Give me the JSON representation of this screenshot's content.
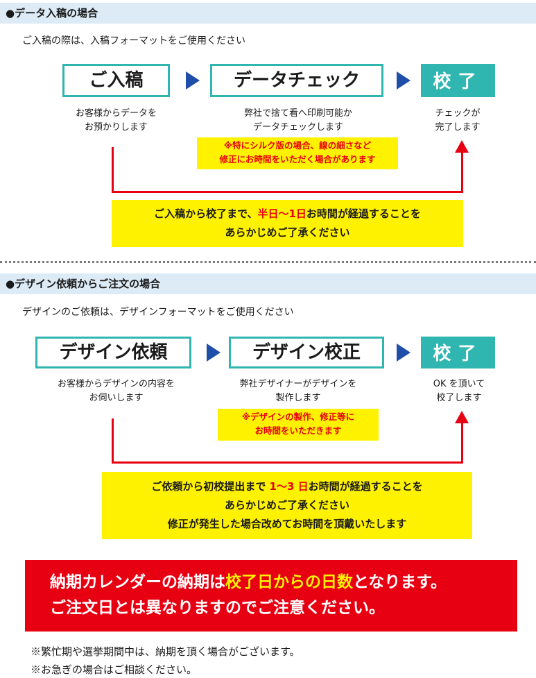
{
  "section1": {
    "header": "●データ入稿の場合",
    "intro": "ご入稿の際は、入稿フォーマットをご使用ください",
    "steps": [
      {
        "label": "ご入稿",
        "desc1": "お客様からデータを",
        "desc2": "お預かりします"
      },
      {
        "label": "データチェック",
        "desc1": "弊社で捨て看へ印刷可能か",
        "desc2": "データチェックします"
      },
      {
        "label": "校了",
        "desc1": "チェックが",
        "desc2": "完了します"
      }
    ],
    "note": {
      "line1": "※特にシルク版の場合、線の細さなど",
      "line2": "修正にお時間をいただく場合があります"
    },
    "info": {
      "line1_pre": "ご入稿から校了まで、",
      "line1_hl": "半日〜1日",
      "line1_post": "お時間が経過することを",
      "line2": "あらかじめご了承ください"
    }
  },
  "section2": {
    "header": "●デザイン依頼からご注文の場合",
    "intro": "デザインのご依頼は、デザインフォーマットをご使用ください",
    "steps": [
      {
        "label": "デザイン依頼",
        "desc1": "お客様からデザインの内容を",
        "desc2": "お伺いします"
      },
      {
        "label": "デザイン校正",
        "desc1": "弊社デザイナーがデザインを",
        "desc2": "製作します"
      },
      {
        "label": "校了",
        "desc1": "OK を頂いて",
        "desc2": "校了します"
      }
    ],
    "note": {
      "line1": "※デザインの製作、修正等に",
      "line2": "お時間をいただきます"
    },
    "info": {
      "line1_pre": "ご依頼から初校提出まで ",
      "line1_hl": "1〜3 日",
      "line1_post": "お時間が経過することを",
      "line2": "あらかじめご了承ください",
      "line3": "修正が発生した場合改めてお時間を頂戴いたします"
    }
  },
  "banner": {
    "line1_pre": "納期カレンダーの納期は",
    "line1_hl": "校了日からの日数",
    "line1_post": "となります。",
    "line2": "ご注文日とは異なりますのでご注意ください。"
  },
  "footnotes": [
    "※繁忙期や選挙期間中は、納期を頂く場合がございます。",
    "※お急ぎの場合はご相談ください。"
  ],
  "colors": {
    "teal": "#2fb6b0",
    "red": "#e60012",
    "yellow": "#fff200",
    "navy": "#1f4ea8",
    "header_bg": "#dcebf6"
  }
}
